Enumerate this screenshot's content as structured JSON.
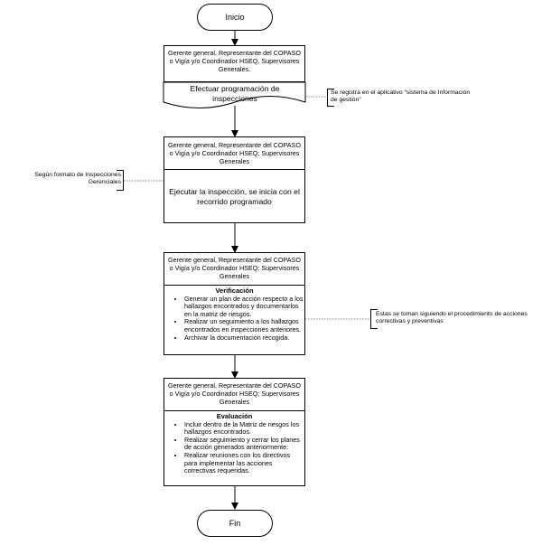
{
  "start": "Inicio",
  "end": "Fin",
  "step1": {
    "role": "Gerente general, Representante del COPASO o Vigía y/o Coordinador HSEQ, Supervisores Generales.",
    "action": "Efectuar programación de inspecciones"
  },
  "step2": {
    "role": "Gerente general, Representante del COPASO o Vigía y/o Coordinador HSEQ; Supervisores Generales",
    "action": "Ejecutar la inspección, se inicia con el recorrido programado"
  },
  "step3": {
    "role": "Gerente general, Representante del COPASO o Vigía y/o Coordinador HSEQ; Supervisores Generales",
    "title": "Verificación",
    "items": [
      "Generar un plan de acción respecto a los hallazgos encontrados y documentarlos en la matriz de riesgos.",
      "Realizar un seguimiento a los hallazgos encontrados en inspecciones anteriores.",
      "Archivar la documentación recogida."
    ]
  },
  "step4": {
    "role": "Gerente general, Representante del COPASO o Vigía y/o Coordinador HSEQ; Supervisores Generales",
    "title": "Evaluación",
    "items": [
      "Incluir dentro de la Matriz de riesgos los hallazgos encontrados.",
      "Realizar seguimiento y cerrar los planes de acción generados anteriormente.",
      "Realizar reuniones con los directivos para implementar las acciones correctivas requeridas."
    ]
  },
  "notes": {
    "n1": "Se registra en el aplicativo “sistema de Información de gestión”",
    "n2": "Según formato de Inspecciones Gerenciales",
    "n3": "Estas se toman siguiendo el procedimiento de acciones correctivas y preventivas"
  }
}
